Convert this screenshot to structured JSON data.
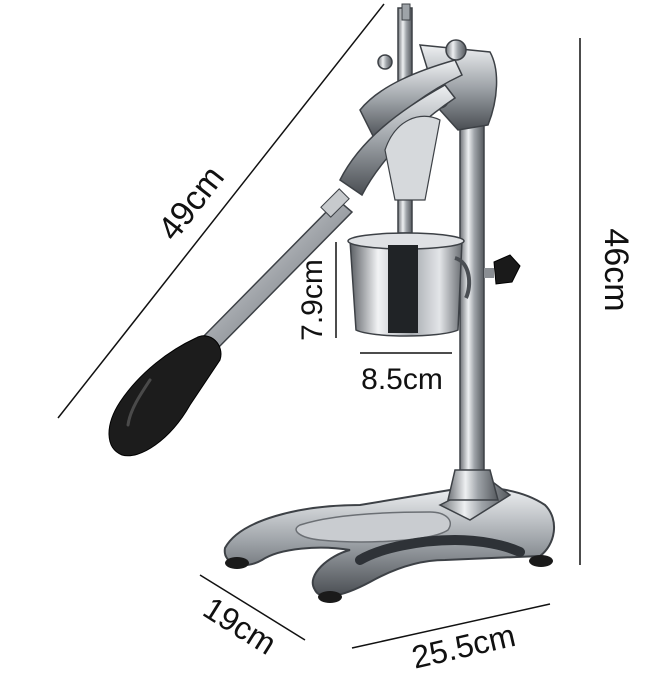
{
  "dimensions": {
    "diagonal_length": "49cm",
    "height": "46cm",
    "cup_height": "7.9cm",
    "cup_diameter": "8.5cm",
    "base_depth": "19cm",
    "base_width": "25.5cm"
  },
  "colors": {
    "background": "#ffffff",
    "line": "#111111",
    "chrome_dark": "#6f7378",
    "chrome_mid": "#b9bdc2",
    "chrome_light": "#eef0f2",
    "handle_grip": "#1c1c1c"
  }
}
